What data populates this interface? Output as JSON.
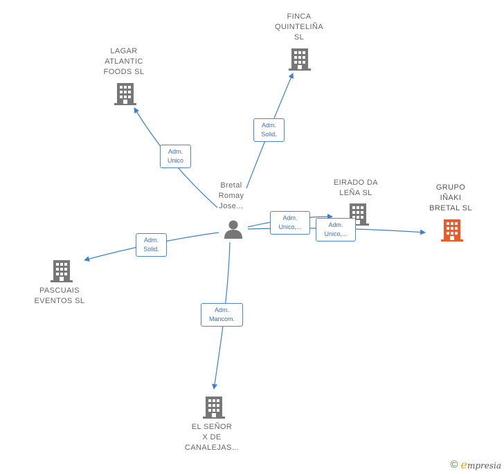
{
  "center": {
    "lines": [
      "Bretal",
      "Romay",
      "Jose..."
    ],
    "icon": "person-icon"
  },
  "companies": {
    "finca": {
      "lines": [
        "FINCA",
        "QUINTELIÑA",
        "SL"
      ]
    },
    "lagar": {
      "lines": [
        "LAGAR",
        "ATLANTIC",
        "FOODS  SL"
      ]
    },
    "eirado": {
      "lines": [
        "EIRADO DA",
        "LEÑA SL"
      ]
    },
    "grupo": {
      "lines": [
        "GRUPO",
        "IÑAKI",
        "BRETAL  SL"
      ]
    },
    "pascuais": {
      "lines": [
        "PASCUAIS",
        "EVENTOS  SL"
      ]
    },
    "senor": {
      "lines": [
        "EL SEÑOR",
        "X DE",
        "CANALEJAS..."
      ]
    }
  },
  "relations": {
    "finca": [
      "Adm.",
      "Solid."
    ],
    "lagar": [
      "Adm.",
      "Unico"
    ],
    "eirado": [
      "Adm.",
      "Unico,..."
    ],
    "grupo": [
      "Adm.",
      "Unico,..."
    ],
    "pascuais": [
      "Adm.",
      "Solid."
    ],
    "senor": [
      "Adm.",
      "Mancom."
    ]
  },
  "colors": {
    "edge": "#3b7fd6",
    "building": "#777777",
    "highlight": "#f05a28"
  },
  "footer": {
    "copyright": "©",
    "brand_initial": "e",
    "brand_rest": "mpresia"
  }
}
